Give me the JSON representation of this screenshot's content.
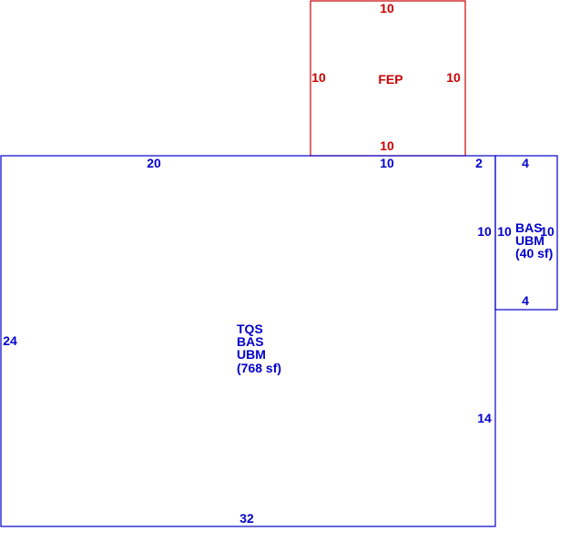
{
  "colors": {
    "main_outline": "#0000cc",
    "porch_outline": "#cc0000",
    "background": "#ffffff"
  },
  "porch": {
    "label": "FEP",
    "top_dim": "10",
    "left_dim": "10",
    "right_dim": "10",
    "bottom_dim": "10"
  },
  "main_area": {
    "label_lines": [
      "TQS",
      "BAS",
      "UBM",
      "(768 sf)"
    ],
    "top_left_dim": "20",
    "top_mid_dim": "10",
    "top_right_dim": "2",
    "left_dim": "24",
    "bottom_dim": "32",
    "right_upper_dim": "10",
    "right_lower_dim": "14"
  },
  "side_area": {
    "label_lines": [
      "BAS",
      "UBM",
      "(40 sf)"
    ],
    "top_dim": "4",
    "bottom_dim": "4",
    "left_dim": "10",
    "right_dim": "10"
  }
}
